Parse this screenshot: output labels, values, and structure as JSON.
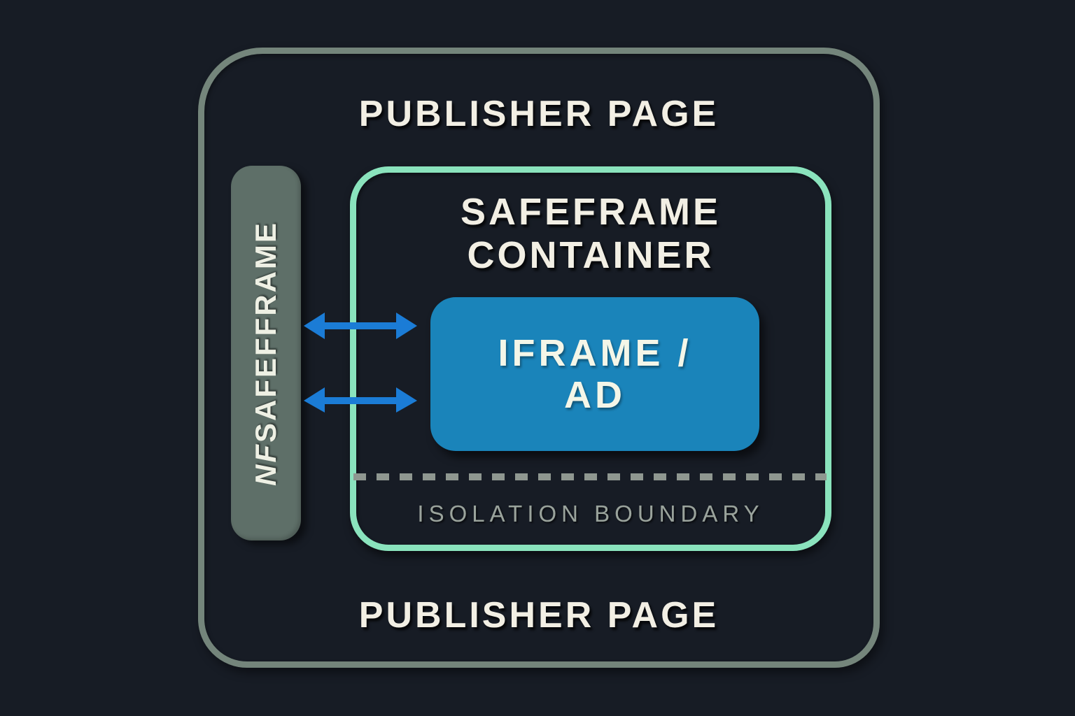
{
  "page": {
    "publisher_top": "PUBLISHER PAGE",
    "publisher_bottom": "PUBLISHER PAGE"
  },
  "sidebar": {
    "prefix": "NF",
    "label": "SAFEFFRAME"
  },
  "safeframe": {
    "title_line1": "SAFEFRAME",
    "title_line2": "CONTAINER"
  },
  "iframe_ad": {
    "line1": "IFRAME /",
    "line2": "AD"
  },
  "isolation": {
    "label": "ISOLATION BOUNDARY"
  },
  "icons": {
    "arrows": "double-headed-horizontal-arrow-icon"
  },
  "colors": {
    "background": "#171c25",
    "outer_border": "#74857b",
    "mint_border": "#8ae3bd",
    "blue_box": "#1a84ba",
    "arrow_blue": "#1b7cd6",
    "pill": "#5e6f68",
    "dash": "#8f9790",
    "muted_text": "#9aa39c",
    "heading_text": "#f2efe4"
  }
}
